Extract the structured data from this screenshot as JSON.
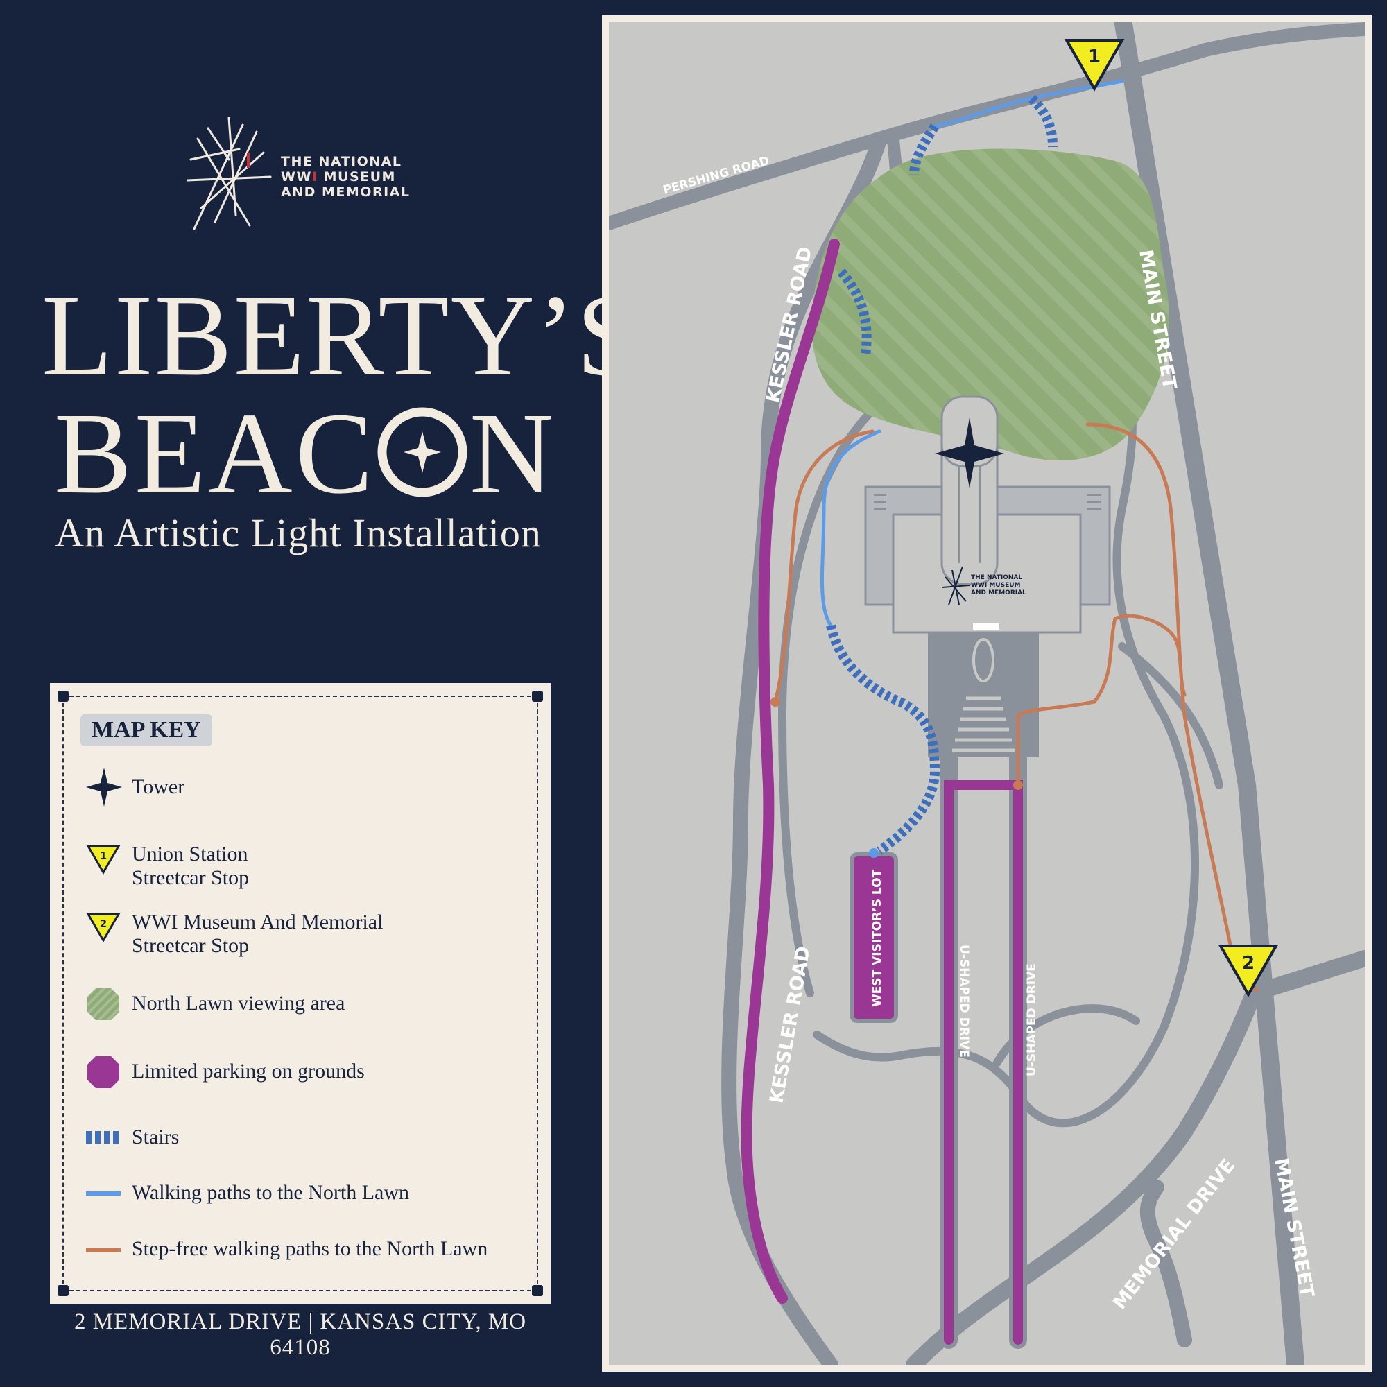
{
  "brand": {
    "line1": "THE NATIONAL",
    "line2a": "WW",
    "line2b": "I",
    "line2c": " MUSEUM",
    "line3": "AND MEMORIAL"
  },
  "title": {
    "line1": "LIBERTY’S",
    "line2a": "BEAC",
    "line2b": "N",
    "subtitle": "An Artistic Light Installation"
  },
  "key": {
    "heading": "MAP KEY",
    "items": [
      {
        "label": "Tower",
        "icon": "star-icon"
      },
      {
        "label": "Union Station\nStreetcar Stop",
        "badge": "1",
        "icon": "streetcar-stop-icon"
      },
      {
        "label": "WWI Museum And Memorial\nStreetcar Stop",
        "badge": "2",
        "icon": "streetcar-stop-icon"
      },
      {
        "label": "North Lawn viewing area",
        "icon": "lawn-swatch"
      },
      {
        "label": "Limited parking on grounds",
        "icon": "parking-swatch"
      },
      {
        "label": "Stairs",
        "icon": "stairs-icon"
      },
      {
        "label": "Walking paths to the North Lawn",
        "icon": "walking-path-line"
      },
      {
        "label": "Step-free walking paths to the North Lawn",
        "icon": "step-free-path-line"
      }
    ]
  },
  "address": "2 MEMORIAL DRIVE  |  KANSAS CITY, MO 64108",
  "map": {
    "roads": {
      "pershing": "PERSHING ROAD",
      "kessler": "KESSLER ROAD",
      "main": "MAIN STREET",
      "memorial": "MEMORIAL DRIVE",
      "ushaped": "U-SHAPED DRIVE",
      "westlot": "WEST VISITOR’S LOT"
    },
    "stops": [
      "1",
      "2"
    ],
    "building": {
      "line1": "THE NATIONAL",
      "line2": "WWI MUSEUM",
      "line3": "AND MEMORIAL"
    }
  },
  "colors": {
    "navy": "#17223d",
    "cream": "#f3ede3",
    "road": "#8b919b",
    "ground": "#c8c9c6",
    "lawn": "#8fab78",
    "parking": "#9a3795",
    "stairs": "#3d6fbd",
    "walk": "#5b9be8",
    "stepfree": "#c87a55",
    "stop": "#f2ec20"
  }
}
